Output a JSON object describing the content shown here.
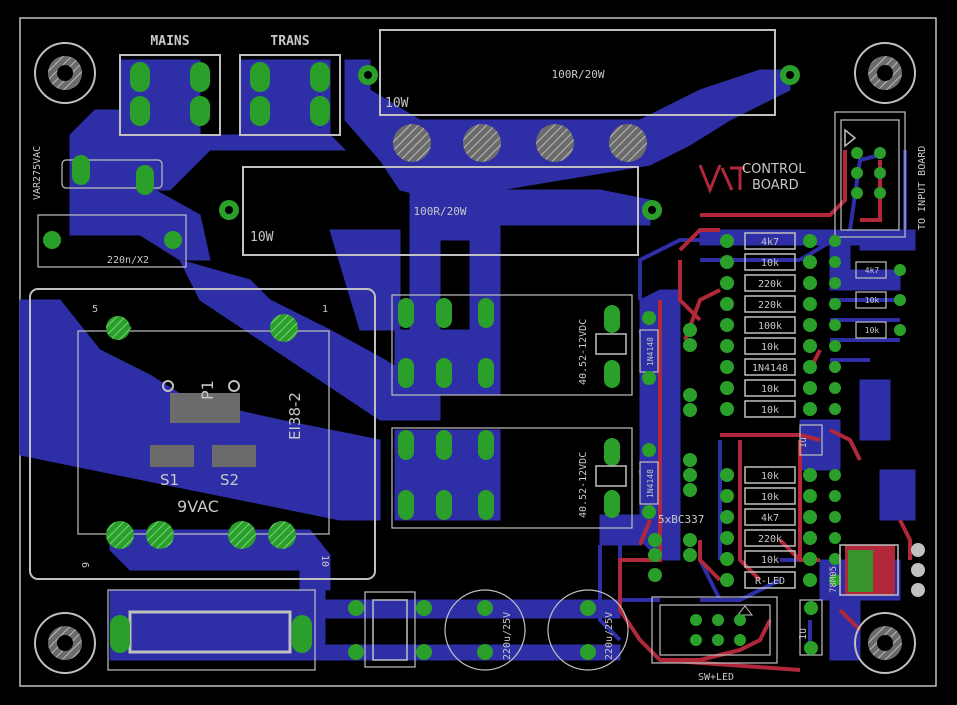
{
  "board": {
    "background_color": "#000000",
    "bottom_copper_color": "#2e2ea6",
    "top_copper_color": "#b0283a",
    "pad_color": "#2aa02a",
    "silkscreen_color": "#c8c8c8"
  },
  "labels": {
    "mains": "MAINS",
    "trans": "TRANS",
    "res_top_value": "100R/20W",
    "res_top_power": "10W",
    "res_mid_value": "100R/20W",
    "res_mid_power": "10W",
    "varistor": "VAR275VAC",
    "cap_x2": "220n/X2",
    "transformer_part": "EI38-2",
    "transformer_p1": "P1",
    "transformer_s1": "S1",
    "transformer_s2": "S2",
    "transformer_vac": "9VAC",
    "trafo_pin_5": "5",
    "trafo_pin_1": "1",
    "trafo_pin_6": "6",
    "trafo_pin_10": "10",
    "relay_1": "40.52-12VDC",
    "relay_2": "40.52-12VDC",
    "diode_1": "1N4148",
    "diode_2": "1N4148",
    "transistors": "5xBC337",
    "control_board_1": "CONTROL",
    "control_board_2": "BOARD",
    "to_input_board": "TO INPUT BOARD",
    "regulator": "78M05",
    "cap_1u": "1u",
    "cap_1u_b": "1u",
    "elcap_1": "220u/25V",
    "elcap_2": "220u/25V",
    "sw_led": "SW+LED",
    "resistors": [
      "4k7",
      "10k",
      "220k",
      "220k",
      "100k",
      "10k",
      "1N4148",
      "10k",
      "10k",
      "10k",
      "10k",
      "4k7",
      "220k",
      "10k",
      "R-LED"
    ],
    "side_resistors": [
      "4k7",
      "10k",
      "10k"
    ]
  }
}
